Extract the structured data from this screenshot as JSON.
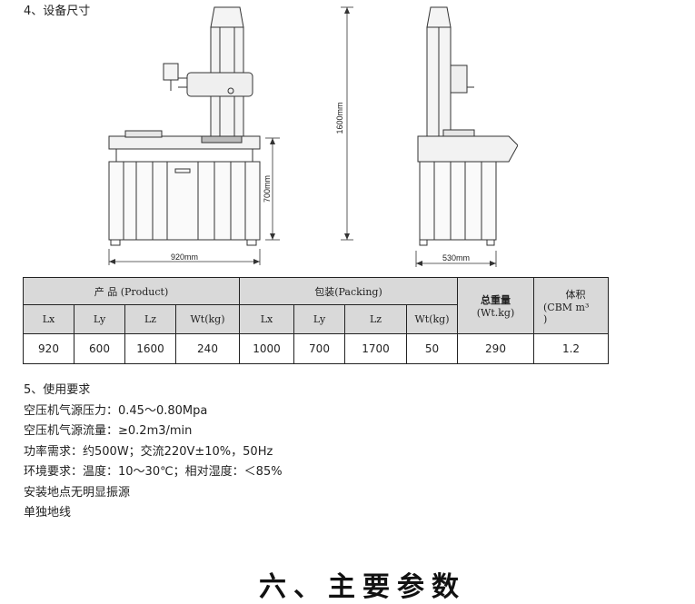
{
  "section4": {
    "title": "4、设备尺寸"
  },
  "drawing": {
    "dim_height": "1600mm",
    "dim_table_height": "700mm",
    "dim_width": "920mm",
    "dim_depth": "530mm"
  },
  "table": {
    "group_product": "产 品 (Product)",
    "group_packing": "包装(Packing)",
    "gross_weight": "总重量",
    "gross_weight_unit": "(Wt.kg)",
    "volume": "体积",
    "volume_unit": "(CBM m³",
    "volume_unit_close": ")",
    "subheaders": [
      "Lx",
      "Ly",
      "Lz",
      "Wt(kg)",
      "Lx",
      "Ly",
      "Lz",
      "Wt(kg)"
    ],
    "values": [
      "920",
      "600",
      "1600",
      "240",
      "1000",
      "700",
      "1700",
      "50",
      "290",
      "1.2"
    ]
  },
  "section5": {
    "title": "5、使用要求",
    "lines": [
      "空压机气源压力：0.45～0.80Mpa",
      "空压机气源流量：≥0.2m3/min",
      "功率需求：约500W；交流220V±10%，50Hz",
      "环境要求：温度：10～30℃；相对湿度：＜85%",
      "安装地点无明显振源",
      "单独地线"
    ]
  },
  "next_heading": "六、主要参数"
}
